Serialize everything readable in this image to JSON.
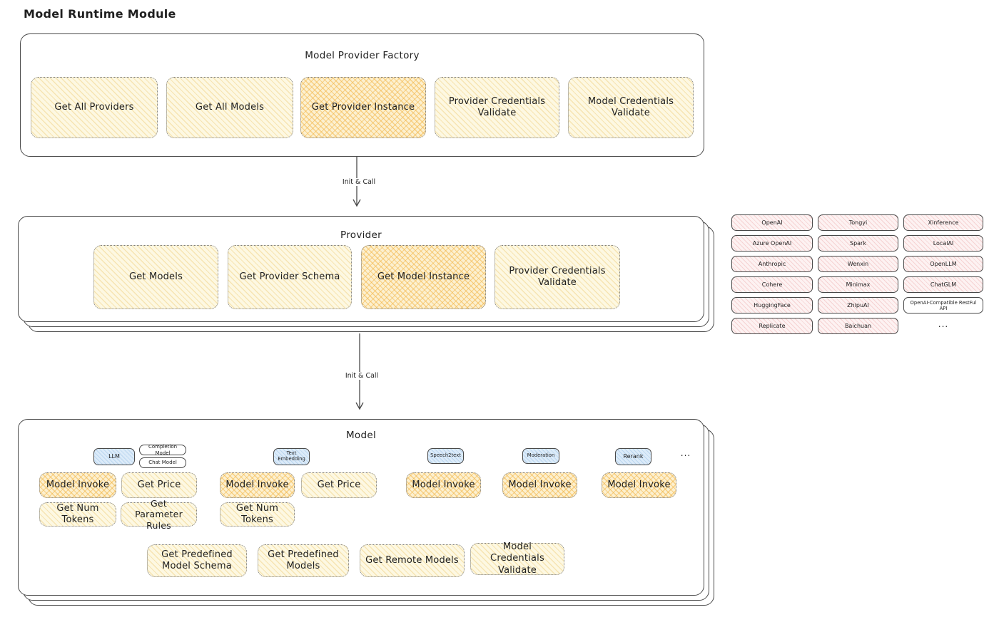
{
  "title": "Model Runtime Module",
  "colors": {
    "stroke": "#494949",
    "text": "#1f1f1f",
    "yellow_fill": "#fdf8e2",
    "yellow_hatch": "rgba(235,195,100,0.38)",
    "orange_fill": "#fcf0d0",
    "orange_hatch": "rgba(242,181,70,0.55)",
    "pink_fill": "#fdf2f2",
    "pink_hatch": "rgba(228,135,135,0.30)",
    "blue_fill": "#dcebf9",
    "blue_hatch": "rgba(125,175,220,0.35)"
  },
  "factory": {
    "title": "Model Provider Factory",
    "items": [
      "Get All Providers",
      "Get All Models",
      "Get Provider Instance",
      "Provider Credentials Validate",
      "Model Credentials Validate"
    ]
  },
  "arrows": {
    "init_call_1": "Init & Call",
    "init_call_2": "Init & Call"
  },
  "provider": {
    "title": "Provider",
    "items": [
      "Get Models",
      "Get Provider Schema",
      "Get Model Instance",
      "Provider Credentials Validate"
    ]
  },
  "providers": {
    "col1": [
      "OpenAI",
      "Azure OpenAI",
      "Anthropic",
      "Cohere",
      "HuggingFace",
      "Replicate"
    ],
    "col2": [
      "Tongyi",
      "Spark",
      "Wenxin",
      "Minimax",
      "ZhipuAI",
      "Baichuan"
    ],
    "col3": [
      "Xinference",
      "LocalAI",
      "OpenLLM",
      "ChatGLM",
      "OpenAI-Compatible RestFul API"
    ],
    "more": "..."
  },
  "model": {
    "title": "Model",
    "tags": {
      "llm": "LLM",
      "completion": "Completion Model",
      "chat": "Chat Model",
      "text_embedding": "Text Embedding",
      "speech2text": "Speech2text",
      "moderation": "Moderation",
      "rerank": "Rerank",
      "more": "..."
    },
    "ops": {
      "model_invoke": "Model Invoke",
      "get_price": "Get Price",
      "get_num_tokens": "Get Num Tokens",
      "get_parameter_rules": "Get Parameter Rules",
      "get_predefined_model_schema": "Get Predefined Model Schema",
      "get_predefined_models": "Get Predefined Models",
      "get_remote_models": "Get Remote Models",
      "model_credentials_validate": "Model Credentials Validate"
    }
  }
}
